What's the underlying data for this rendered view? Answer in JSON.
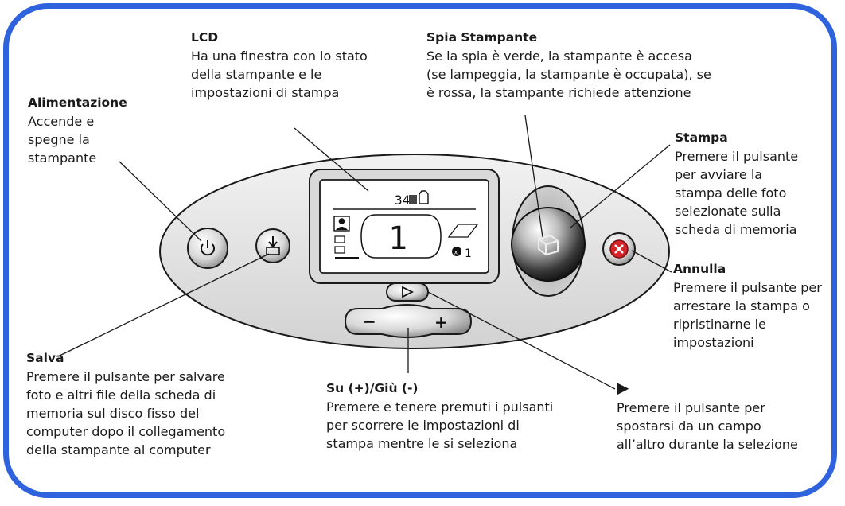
{
  "callouts": {
    "lcd": {
      "title": "LCD",
      "desc": "Ha una finestra con lo stato\ndella stampante e le\nimpostazioni di stampa"
    },
    "spia": {
      "title": "Spia Stampante",
      "desc": "Se la spia è verde, la stampante è accesa\n(se lampeggia, la stampante è occupata), se\nè rossa, la stampante richiede attenzione"
    },
    "alimentazione": {
      "title": "Alimentazione",
      "desc": "Accende e\nspegne la\nstampante"
    },
    "stampa": {
      "title": "Stampa",
      "desc": "Premere il pulsante\nper avviare la\nstampa delle foto\nselezionate sulla\nscheda di memoria"
    },
    "annulla": {
      "title": "Annulla",
      "desc": "Premere il pulsante per\narrestare la stampa o\nripristinarne le\nimpostazioni"
    },
    "salva": {
      "title": "Salva",
      "desc": "Premere il pulsante per salvare\nfoto e altri file della scheda di\nmemoria sul disco fisso del\ncomputer dopo il collegamento\ndella stampante al computer"
    },
    "su_giu": {
      "title": "Su (+)/Giù (-)",
      "desc": "Premere e tenere premuti i pulsanti\nper scorrere le impostazioni di\nstampa mentre le si seleziona"
    },
    "avanti": {
      "title": "▶",
      "desc": "Premere il pulsante per\nspostarsi da un campo\nall’altro durante la selezione"
    }
  },
  "lcd_display": {
    "count": "34",
    "copies_value": "1",
    "small_count": "1"
  },
  "buttons": {
    "minus": "−",
    "plus": "+"
  },
  "colors": {
    "frame": "#2f62dd",
    "panel": "#e4e4e4",
    "cancel_red": "#d4242a"
  }
}
